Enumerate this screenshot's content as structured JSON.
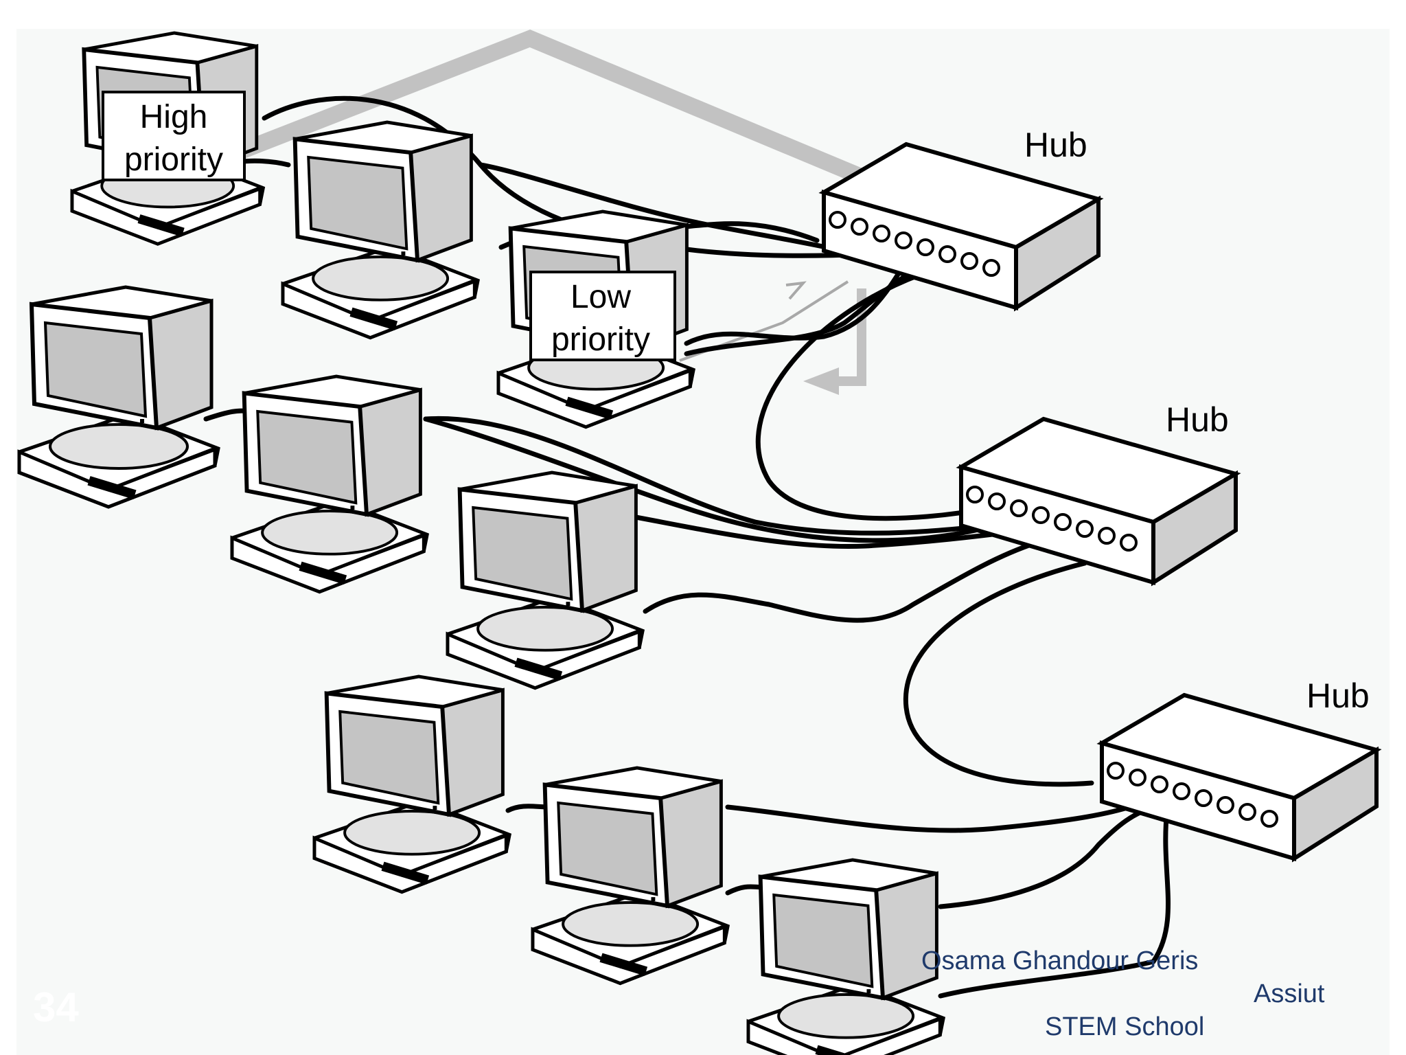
{
  "diagram": {
    "hub_labels": [
      "Hub",
      "Hub",
      "Hub"
    ],
    "priority_labels": {
      "high": [
        "High",
        "priority"
      ],
      "low": [
        "Low",
        "priority"
      ]
    }
  },
  "footer": {
    "author": "Osama Ghandour Geris",
    "city": "Assiut",
    "school": "STEM School",
    "slide_number": "34"
  },
  "colors": {
    "background": "#f7f9f8",
    "line": "#000000",
    "screen": "#c4c4c4",
    "side_panel": "#cfcfcf",
    "arrow": "#c2c2c2",
    "footer_text": "#1f3a6b"
  }
}
